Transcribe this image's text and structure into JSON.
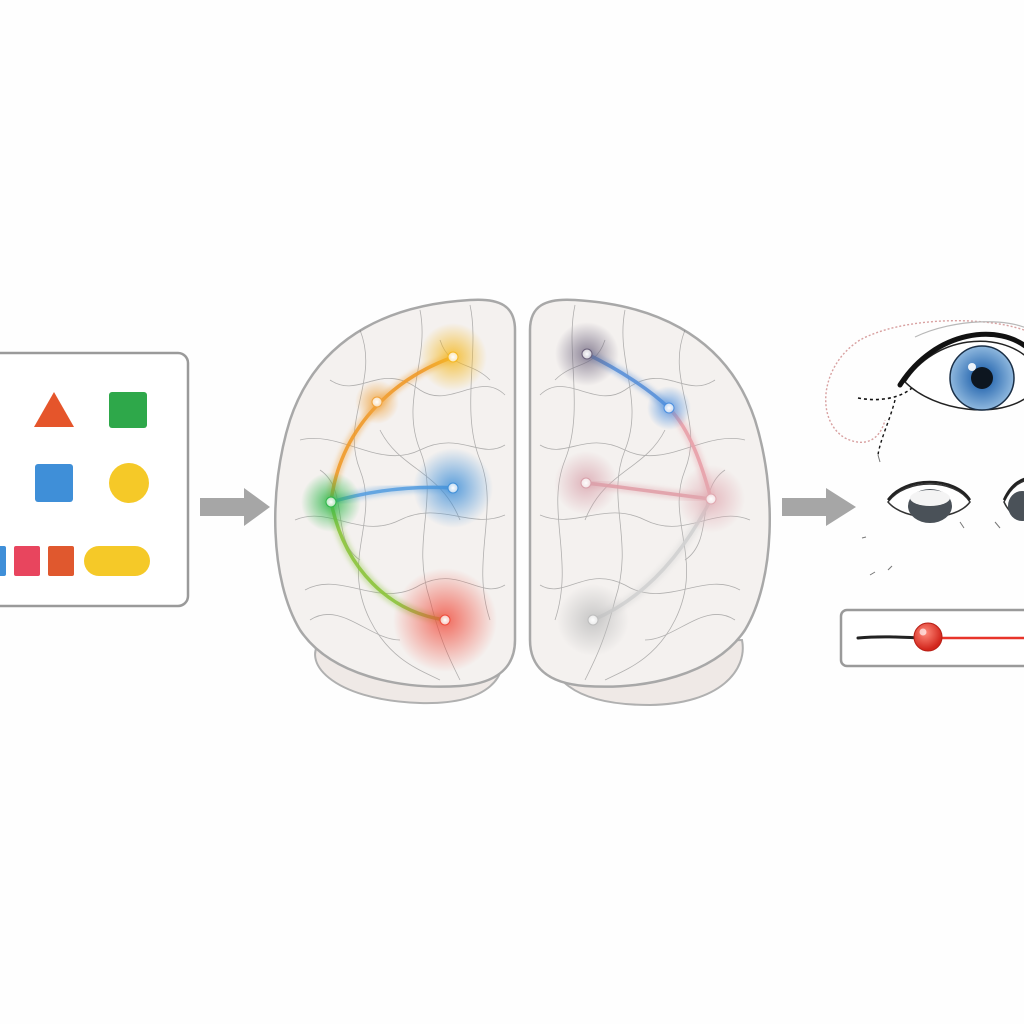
{
  "colors": {
    "background": "#fefefe",
    "panel_stroke": "#9a9a9a",
    "arrow": "#a6a6a6",
    "brain_fill": "#f3efec",
    "brain_stroke": "#a8a8a8",
    "vein": "#7a7a7a"
  },
  "input_panel": {
    "shapes": [
      {
        "kind": "triangle",
        "color": "#e5552b",
        "icon": "triangle-icon"
      },
      {
        "kind": "square",
        "color": "#2ea84a",
        "icon": "square-icon"
      },
      {
        "kind": "square",
        "color": "#3f8fd8",
        "icon": "square-icon"
      },
      {
        "kind": "circle",
        "color": "#f5c928",
        "icon": "circle-icon"
      },
      {
        "kind": "small-square",
        "color": "#3f8fd8",
        "icon": "square-icon"
      },
      {
        "kind": "small-square",
        "color": "#e8455e",
        "icon": "square-icon"
      },
      {
        "kind": "small-square",
        "color": "#e0582e",
        "icon": "square-icon"
      },
      {
        "kind": "pill",
        "color": "#f5c928",
        "icon": "pill-icon"
      }
    ]
  },
  "left_hemisphere": {
    "nodes": [
      {
        "id": "yellow",
        "color": "#f5b820"
      },
      {
        "id": "orange",
        "color": "#f1a23a"
      },
      {
        "id": "green",
        "color": "#2fb84a"
      },
      {
        "id": "blue",
        "color": "#3f8fd8"
      },
      {
        "id": "red",
        "color": "#f04a3a"
      }
    ],
    "links": [
      {
        "from": "green",
        "to": "yellow",
        "color": "#f09a2a"
      },
      {
        "from": "green",
        "to": "blue",
        "color": "#5aa0e0"
      },
      {
        "from": "green",
        "to": "red",
        "color": "#8cc43c"
      }
    ]
  },
  "right_hemisphere": {
    "nodes": [
      {
        "id": "purple",
        "color": "#6a607a"
      },
      {
        "id": "lightblue",
        "color": "#4a8fe0"
      },
      {
        "id": "pink",
        "color": "#d8a0aa"
      },
      {
        "id": "rose",
        "color": "#e0a8b0"
      },
      {
        "id": "gray",
        "color": "#bdbdbd"
      }
    ],
    "links": [
      {
        "from": "purple",
        "to": "lightblue",
        "color": "#5a90d8"
      },
      {
        "from": "pink",
        "to": "rose",
        "color": "#e0a0a8"
      },
      {
        "from": "lightblue",
        "to": "rose",
        "color": "#e8a0a8"
      },
      {
        "from": "rose",
        "to": "gray",
        "color": "#d0d0d0"
      }
    ]
  },
  "output": {
    "eye_iris_color": "#4a86c8",
    "slider_knob_color": "#e8342a",
    "slider_track_color": "#e8342a"
  }
}
